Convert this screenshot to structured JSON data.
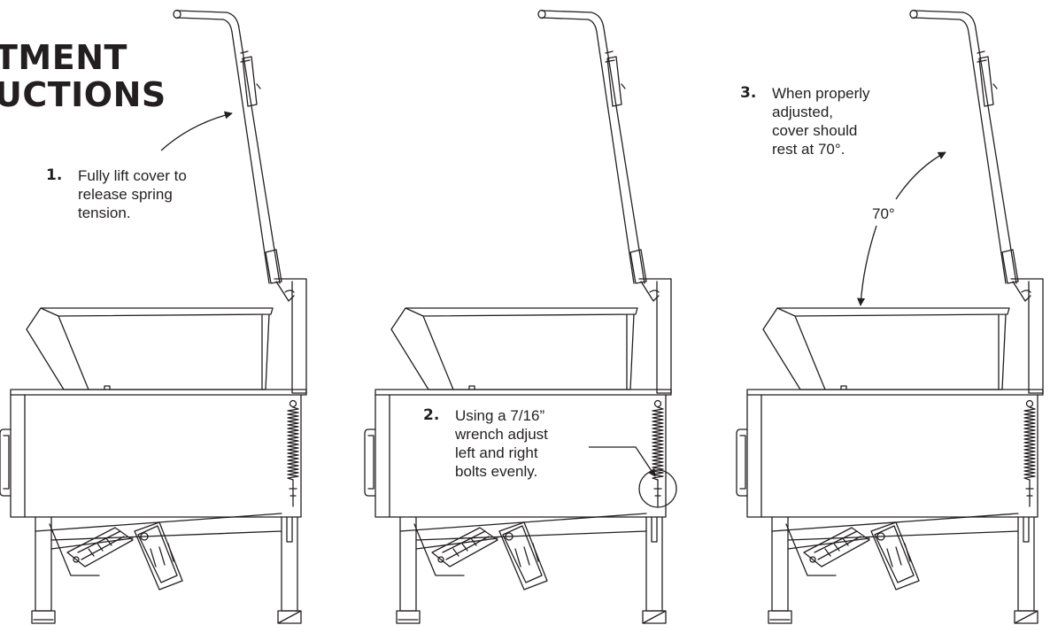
{
  "title": {
    "line1": "TMENT",
    "line2": "UCTIONS"
  },
  "steps": [
    {
      "number": "1.",
      "text": "Fully lift cover to\nrelease spring\ntension."
    },
    {
      "number": "2.",
      "text": "Using a 7/16”\nwrench adjust\nleft and right\nbolts evenly."
    },
    {
      "number": "3.",
      "text": "When properly\nadjusted,\ncover should\nrest at 70°."
    }
  ],
  "angle_label": "70°",
  "colors": {
    "line": "#231f20",
    "background": "#ffffff"
  }
}
